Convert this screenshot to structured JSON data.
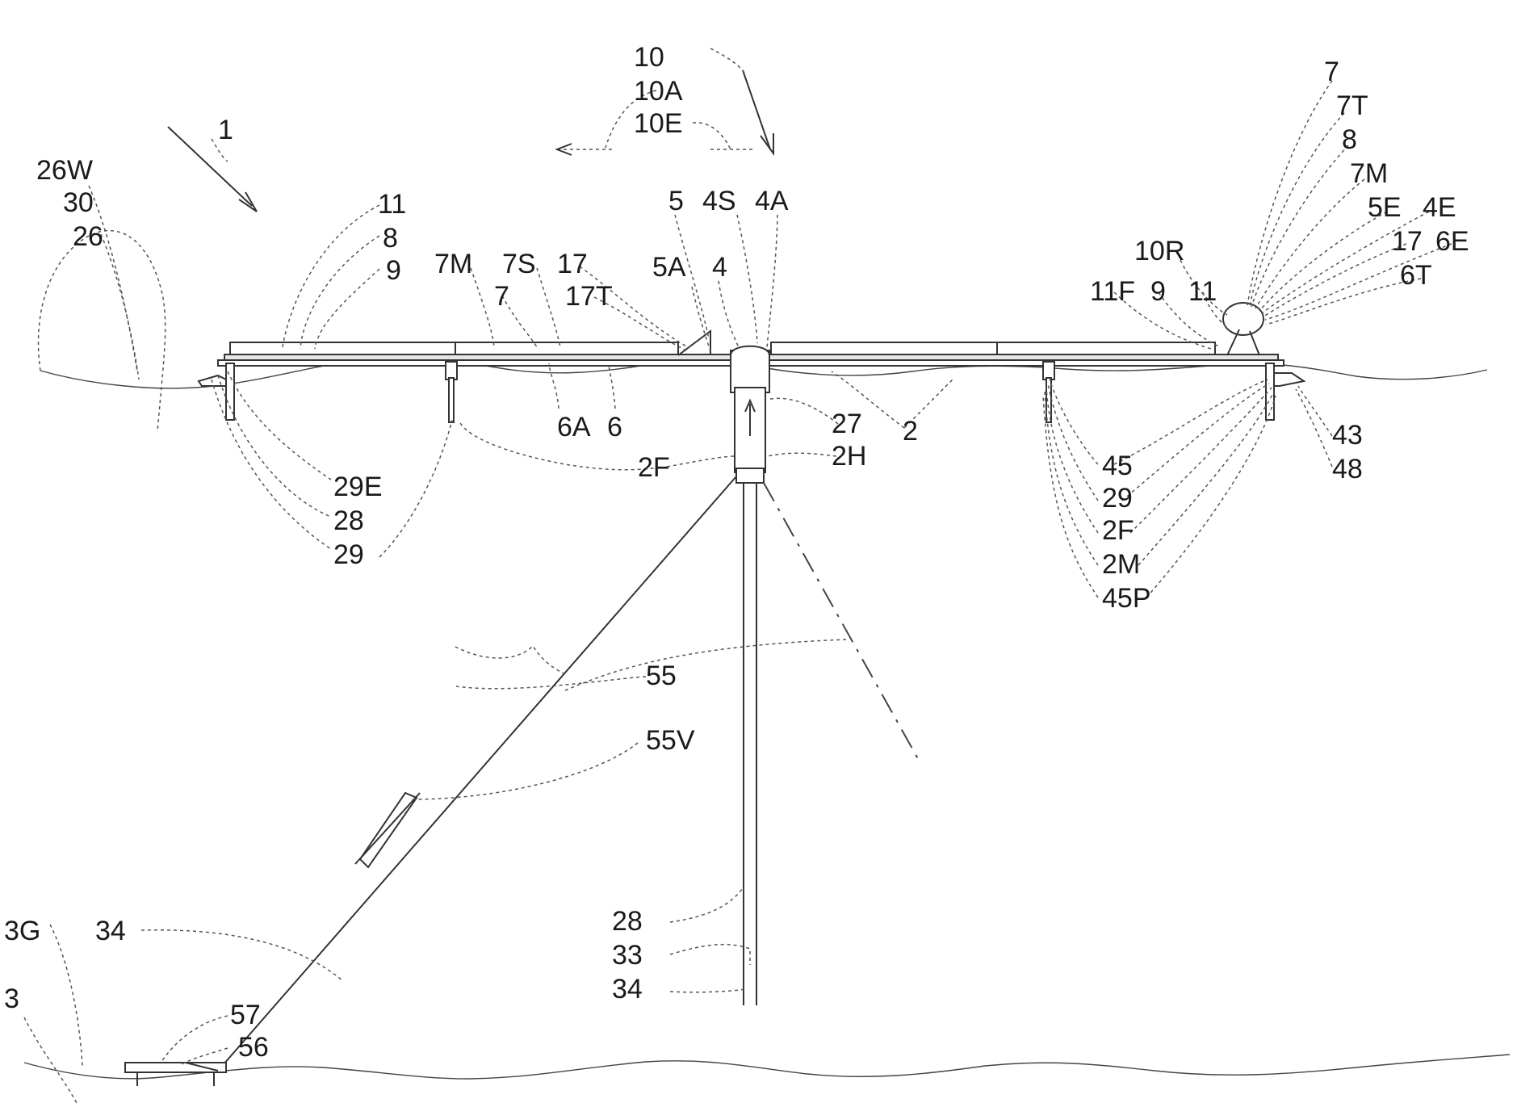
{
  "figure": {
    "labels": {
      "l1": "1",
      "l2": "2",
      "l2f_left": "2F",
      "l2h": "2H",
      "l2f_right": "2F",
      "l2m": "2M",
      "l3": "3",
      "l3g": "3G",
      "l4": "4",
      "l4s": "4S",
      "l4a": "4A",
      "l4e": "4E",
      "l5": "5",
      "l5a": "5A",
      "l5e": "5E",
      "l6": "6",
      "l6a": "6A",
      "l6e": "6E",
      "l6t": "6T",
      "l7_left": "7",
      "l7m_left": "7M",
      "l7s": "7S",
      "l7_right": "7",
      "l7t": "7T",
      "l7m_right": "7M",
      "l8_left": "8",
      "l8_right": "8",
      "l9_left": "9",
      "l9_right": "9",
      "l10": "10",
      "l10a": "10A",
      "l10e": "10E",
      "l10r": "10R",
      "l11_left": "11",
      "l11_right": "11",
      "l11f": "11F",
      "l17": "17",
      "l17t": "17T",
      "l17_right": "17",
      "l26": "26",
      "l26w": "26W",
      "l27": "27",
      "l28_left": "28",
      "l28_center": "28",
      "l29e": "29E",
      "l29_left": "29",
      "l29_right": "29",
      "l30": "30",
      "l33": "33",
      "l34_left": "34",
      "l34_center": "34",
      "l43": "43",
      "l45": "45",
      "l45p": "45P",
      "l48": "48",
      "l55_upper": "55",
      "l55v": "55V",
      "l56": "56",
      "l57": "57"
    }
  }
}
